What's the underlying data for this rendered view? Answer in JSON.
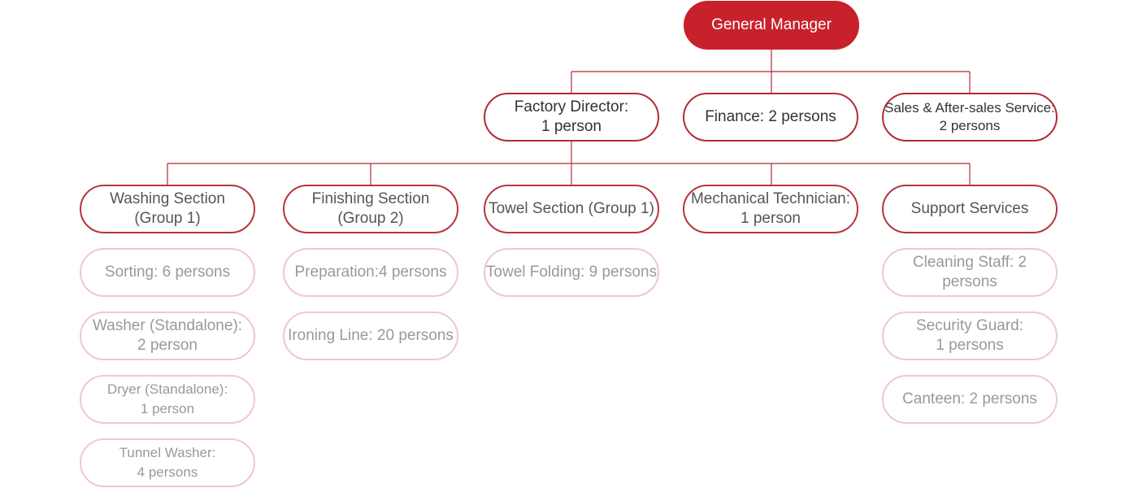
{
  "colors": {
    "accent": "#c8212b",
    "line": "#b32a35",
    "leaf_border": "#efc8cb"
  },
  "nodes": {
    "general_manager": "General Manager",
    "factory_director": "Factory Director:\n1 person",
    "finance": "Finance: 2 persons",
    "sales": "Sales & After-sales Service:\n2 persons",
    "washing_section": "Washing Section\n(Group 1)",
    "finishing_section": "Finishing Section\n(Group 2)",
    "towel_section": "Towel Section (Group 1)",
    "mechanical_technician": "Mechanical Technician:\n1 person",
    "support_services": "Support Services",
    "sorting": "Sorting: 6 persons",
    "washer_standalone": "Washer (Standalone):\n2 person",
    "dryer_standalone": "Dryer (Standalone):\n1 person",
    "tunnel_washer": "Tunnel Washer:\n4 persons",
    "preparation": "Preparation:4 persons",
    "ironing_line": "Ironing Line: 20 persons",
    "towel_folding": "Towel Folding: 9 persons",
    "cleaning_staff": "Cleaning Staff: 2 persons",
    "security_guard": "Security Guard:\n1 persons",
    "canteen": "Canteen: 2 persons"
  }
}
